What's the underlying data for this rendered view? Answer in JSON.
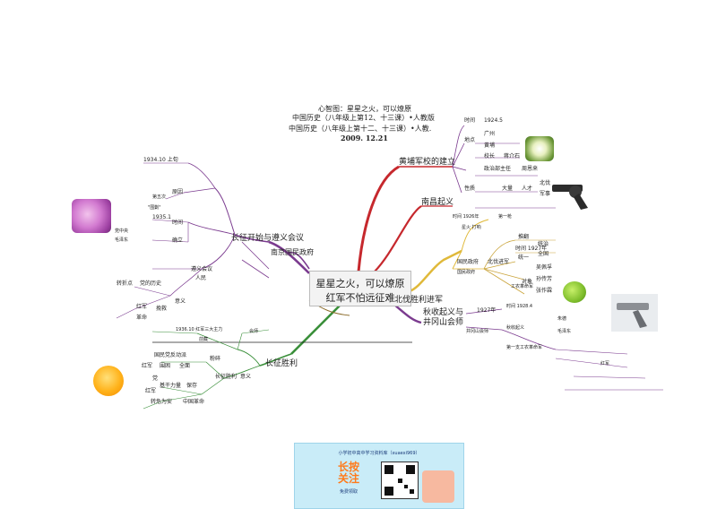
{
  "header": {
    "line1": "心智图：星星之火，可以燎原",
    "line2": "中国历史（八年级上第12、十三课）•人教版",
    "line3": "中国历史（八年级上第十二、十三课）•人教.",
    "date": "2009. 12.21"
  },
  "center": {
    "line1": "星星之火，可以燎原",
    "line2": "红军不怕远征难"
  },
  "branches": {
    "huangpu": "黄埔军校的建立",
    "nanchang": "南昌起义",
    "beifa": "北伐胜利进军",
    "qiushou": "秋收起义与\n井冈山会师",
    "changzheng_kaishi": "长征开始与遵义会议",
    "nanjing": "南京国民政府",
    "changzheng_shengli": "长征胜利"
  },
  "huangpu_details": [
    "时间",
    "1924.5",
    "地点",
    "广州",
    "黄埔",
    "校长",
    "蒋介石",
    "政治部主任",
    "周恩来",
    "性质",
    "大量",
    "人才",
    "军事",
    "北伐"
  ],
  "nanchang_details": [
    "时间 1926年",
    "第一枪",
    "星火 打响"
  ],
  "beifa_details": [
    "国民政府",
    "北伐进军",
    "推翻",
    "统治",
    "时间 1927年",
    "统一",
    "全国",
    "对象",
    "吴佩孚",
    "孙传芳",
    "张作霖",
    "国民政府",
    "工农革命军"
  ],
  "qiushou_details": [
    "1927年",
    "时间 1928.4",
    "秋收起义",
    "井冈山会师",
    "第一支工农革命军",
    "红军",
    "毛泽东",
    "朱德"
  ],
  "changzheng_details": [
    "1934.10 上旬",
    "原因",
    "第五次",
    "\"围剿\"",
    "1935.1",
    "时间",
    "确立",
    "毛泽东",
    "党中央",
    "遵义会议",
    "人民",
    "转折点",
    "党的历史",
    "红军",
    "革命",
    "意义",
    "挽救"
  ],
  "shengli_details": [
    "1936.10 红军三大主力",
    "会师",
    "国民党反动派",
    "前藏",
    "粉碎",
    "红军",
    "围困",
    "全面",
    "长征胜利",
    "党",
    "红军",
    "保存",
    "基干力量",
    "中国革命",
    "转危为安",
    "意义"
  ],
  "footer": {
    "poster_title": "小学初中高中学习资料库（xuaexi969）",
    "poster_big": "长按\n关注",
    "poster_sub": "免费领取"
  },
  "colors": {
    "purple": "#7b3b8f",
    "red": "#c6282d",
    "yellow": "#e0b93a",
    "gold": "#caa43a",
    "olive": "#8b6b2a",
    "green": "#3a8f3a",
    "gray": "#888888"
  }
}
